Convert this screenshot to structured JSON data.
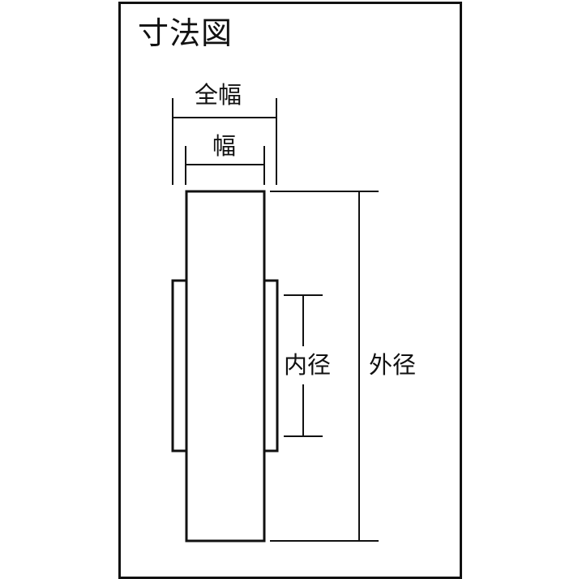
{
  "diagram": {
    "title": "寸法図",
    "labels": {
      "overall_width": "全幅",
      "width": "幅",
      "inner_diameter": "内径",
      "outer_diameter": "外径"
    },
    "line_color": "#111111",
    "background": "#ffffff"
  }
}
